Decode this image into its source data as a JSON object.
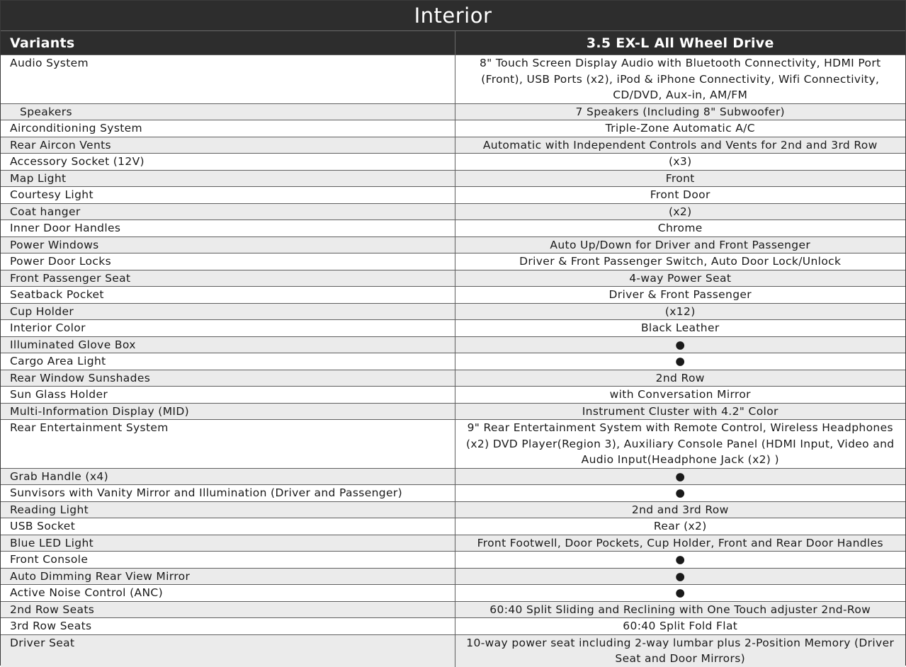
{
  "page": {
    "title": "Interior"
  },
  "table": {
    "headers": [
      "Variants",
      "3.5 EX-L All Wheel Drive"
    ],
    "rows": [
      {
        "feature": "Audio System",
        "value": "8\" Touch Screen Display Audio with Bluetooth Connectivity, HDMI Port (Front), USB Ports (x2), iPod & iPhone Connectivity, Wifi Connectivity, CD/DVD, Aux-in, AM/FM"
      },
      {
        "feature": "Speakers",
        "value": "7 Speakers (Including 8\" Subwoofer)"
      },
      {
        "feature": "Airconditioning System",
        "value": "Triple-Zone Automatic A/C"
      },
      {
        "feature": "Rear Aircon Vents",
        "value": "Automatic with Independent Controls and Vents for 2nd and 3rd Row"
      },
      {
        "feature": "Accessory Socket (12V)",
        "value": "(x3)"
      },
      {
        "feature": "Map Light",
        "value": "Front"
      },
      {
        "feature": "Courtesy Light",
        "value": "Front Door"
      },
      {
        "feature": "Coat hanger",
        "value": "(x2)"
      },
      {
        "feature": "Inner Door Handles",
        "value": "Chrome"
      },
      {
        "feature": "Power Windows",
        "value": "Auto Up/Down for Driver and Front Passenger"
      },
      {
        "feature": "Power Door Locks",
        "value": "Driver & Front Passenger Switch, Auto Door Lock/Unlock"
      },
      {
        "feature": "Front Passenger Seat",
        "value": "4-way Power Seat"
      },
      {
        "feature": "Seatback Pocket",
        "value": "Driver & Front Passenger"
      },
      {
        "feature": "Cup Holder",
        "value": "(x12)"
      },
      {
        "feature": "Interior Color",
        "value": "Black Leather"
      },
      {
        "feature": "Illuminated Glove Box",
        "value": "●"
      },
      {
        "feature": "Cargo Area Light",
        "value": "●"
      },
      {
        "feature": "Rear Window Sunshades",
        "value": "2nd Row"
      },
      {
        "feature": "Sun Glass Holder",
        "value": "with Conversation Mirror"
      },
      {
        "feature": "Multi-Information Display (MID)",
        "value": "Instrument Cluster with 4.2\" Color"
      },
      {
        "feature": "Rear Entertainment System",
        "value": "9\" Rear Entertainment System with Remote Control, Wireless Headphones (x2) DVD Player(Region 3), Auxiliary Console Panel (HDMI Input, Video and Audio Input(Headphone Jack (x2) )"
      },
      {
        "feature": "Grab Handle (x4)",
        "value": "●"
      },
      {
        "feature": "Sunvisors with Vanity Mirror and Illumination (Driver and Passenger)",
        "value": "●"
      },
      {
        "feature": "Reading Light",
        "value": "2nd and 3rd Row"
      },
      {
        "feature": "USB Socket",
        "value": "Rear (x2)"
      },
      {
        "feature": "Blue LED Light",
        "value": "Front Footwell, Door Pockets, Cup Holder, Front and Rear Door Handles"
      },
      {
        "feature": "Front Console",
        "value": "●"
      },
      {
        "feature": "Auto Dimming Rear View Mirror",
        "value": "●"
      },
      {
        "feature": "Active Noise Control (ANC)",
        "value": "●"
      },
      {
        "feature": "2nd Row Seats",
        "value": "60:40 Split Sliding and Reclining with One Touch adjuster 2nd-Row"
      },
      {
        "feature": "3rd Row Seats",
        "value": "60:40 Split Fold Flat"
      },
      {
        "feature": "Driver Seat",
        "value": "10-way power seat including 2-way lumbar plus 2-Position Memory (Driver Seat and Door Mirrors)"
      }
    ]
  }
}
